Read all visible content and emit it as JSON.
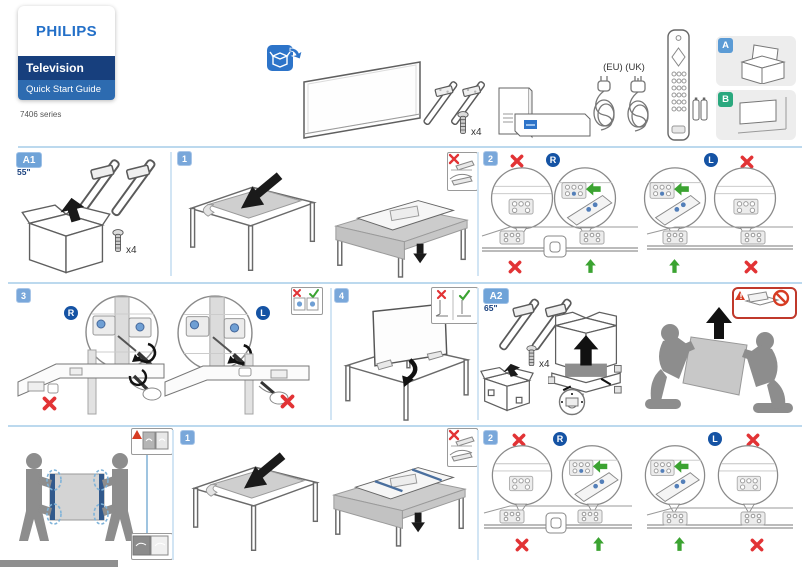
{
  "brand": {
    "logo": "PHILIPS",
    "product": "Television",
    "guide_title": "Quick Start Guide",
    "series": "7406 series"
  },
  "labels": {
    "screw_count": "x4",
    "plugs": "(EU) (UK)",
    "setup_a": "A",
    "setup_b": "B",
    "section_a1": "A1",
    "size_55": "55\"",
    "section_a2": "A2",
    "size_65": "65\"",
    "step_1": "1",
    "step_2": "2",
    "step_3": "3",
    "step_4": "4",
    "right": "R",
    "left": "L"
  },
  "colors": {
    "philips_blue": "#2470c8",
    "banner_dark": "#173f7d",
    "banner_mid": "#2d6bb0",
    "step_badge_blue": "#79a7da",
    "setup_a_blue": "#5b9bd5",
    "setup_b_green": "#2aa87e",
    "rl_navy": "#1553a4",
    "cross_red": "#e23335",
    "arrow_green": "#3ba331",
    "divider_blue": "#bcd9ee",
    "silhouette_gray": "#8d8d8d"
  }
}
